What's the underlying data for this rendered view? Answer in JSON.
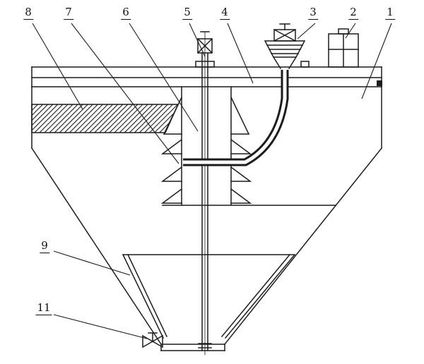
{
  "drawing": {
    "kind": "technical-line-drawing",
    "colors": {
      "background": "#ffffff",
      "line": "#1c1c1c"
    },
    "callouts": {
      "c1": "1",
      "c2": "2",
      "c3": "3",
      "c4": "4",
      "c5": "5",
      "c6": "6",
      "c7": "7",
      "c8": "8",
      "c9": "9",
      "c11": "11"
    }
  }
}
